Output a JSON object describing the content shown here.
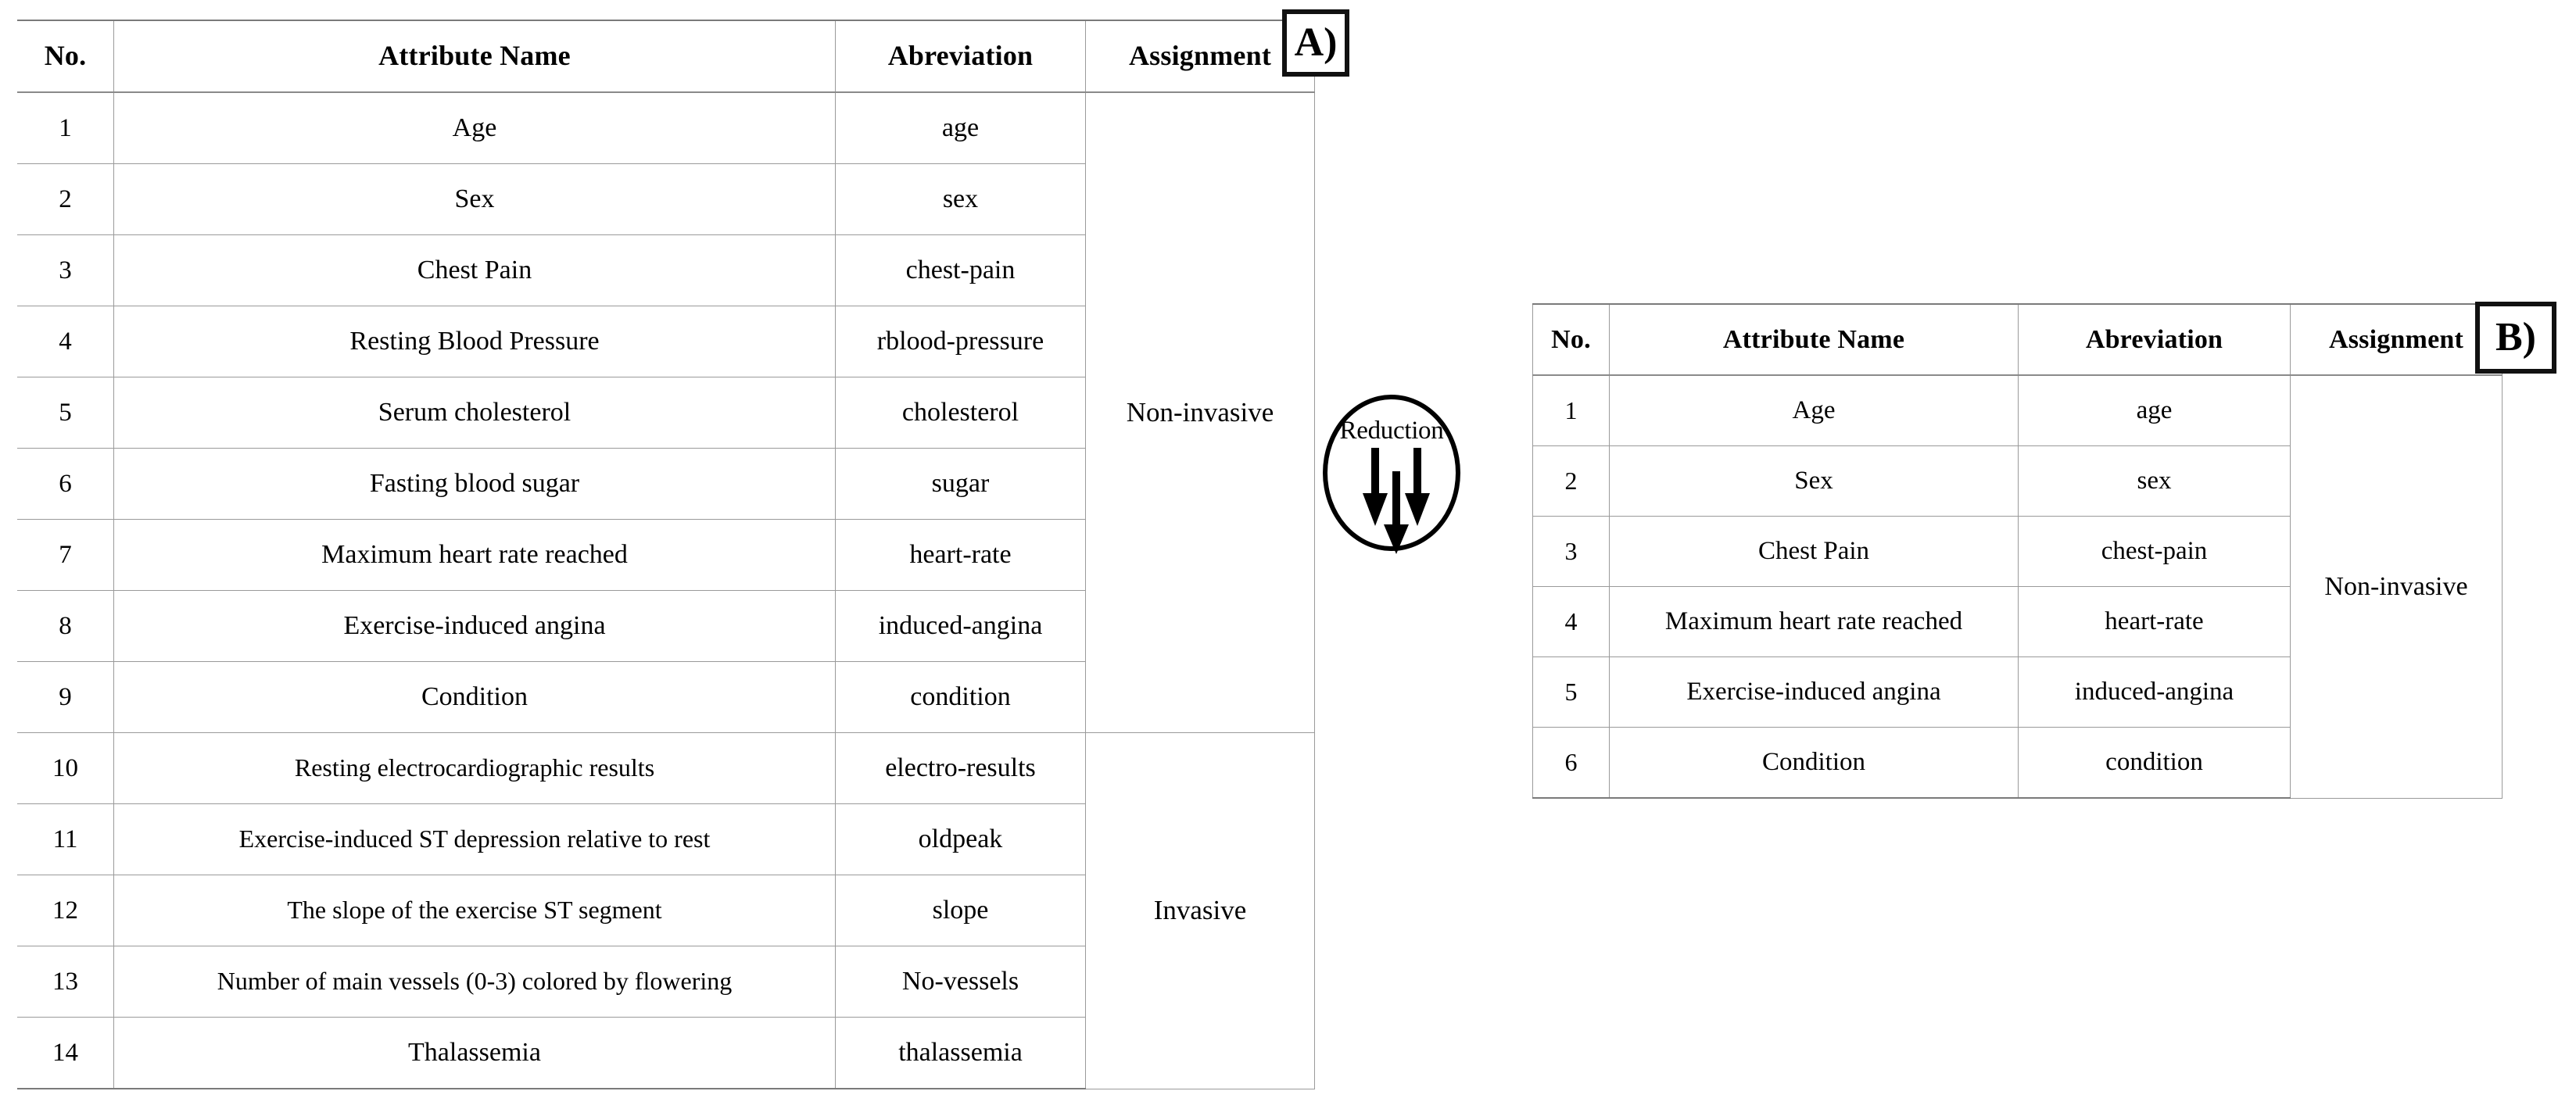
{
  "panels": {
    "a_label": "A)",
    "b_label": "B)"
  },
  "reduction": {
    "label": "Reduction",
    "arrow_icon": "down-arrow-icon",
    "arrow_count": 3
  },
  "table_a": {
    "name": "full-attribute-table",
    "columns": [
      "No.",
      "Attribute Name",
      "Abreviation",
      "Assignment"
    ],
    "rows": [
      {
        "no": "1",
        "name": "Age",
        "abbr": "age"
      },
      {
        "no": "2",
        "name": "Sex",
        "abbr": "sex"
      },
      {
        "no": "3",
        "name": "Chest Pain",
        "abbr": "chest-pain"
      },
      {
        "no": "4",
        "name": "Resting Blood Pressure",
        "abbr": "rblood-pressure"
      },
      {
        "no": "5",
        "name": "Serum cholesterol",
        "abbr": "cholesterol"
      },
      {
        "no": "6",
        "name": "Fasting blood sugar",
        "abbr": "sugar"
      },
      {
        "no": "7",
        "name": "Maximum heart rate reached",
        "abbr": "heart-rate"
      },
      {
        "no": "8",
        "name": "Exercise-induced angina",
        "abbr": "induced-angina"
      },
      {
        "no": "9",
        "name": "Condition",
        "abbr": "condition"
      },
      {
        "no": "10",
        "name": "Resting electrocardiographic results",
        "abbr": "electro-results"
      },
      {
        "no": "11",
        "name": "Exercise-induced ST depression relative to rest",
        "abbr": "oldpeak"
      },
      {
        "no": "12",
        "name": "The slope of the exercise ST segment",
        "abbr": "slope"
      },
      {
        "no": "13",
        "name": "Number of main vessels (0-3) colored by flowering",
        "abbr": "No-vessels"
      },
      {
        "no": "14",
        "name": "Thalassemia",
        "abbr": "thalassemia"
      }
    ],
    "assignments": [
      {
        "label": "Non-invasive",
        "span": 9
      },
      {
        "label": "Invasive",
        "span": 5
      }
    ]
  },
  "table_b": {
    "name": "reduced-attribute-table",
    "columns": [
      "No.",
      "Attribute Name",
      "Abreviation",
      "Assignment"
    ],
    "rows": [
      {
        "no": "1",
        "name": "Age",
        "abbr": "age"
      },
      {
        "no": "2",
        "name": "Sex",
        "abbr": "sex"
      },
      {
        "no": "3",
        "name": "Chest Pain",
        "abbr": "chest-pain"
      },
      {
        "no": "4",
        "name": "Maximum heart rate reached",
        "abbr": "heart-rate"
      },
      {
        "no": "5",
        "name": "Exercise-induced angina",
        "abbr": "induced-angina"
      },
      {
        "no": "6",
        "name": "Condition",
        "abbr": "condition"
      }
    ],
    "assignments": [
      {
        "label": "Non-invasive",
        "span": 6
      }
    ]
  },
  "colors": {
    "text": "#000000",
    "grid_line": "#9a9a9a",
    "outer_line": "#7a7a7a",
    "background": "#ffffff"
  }
}
